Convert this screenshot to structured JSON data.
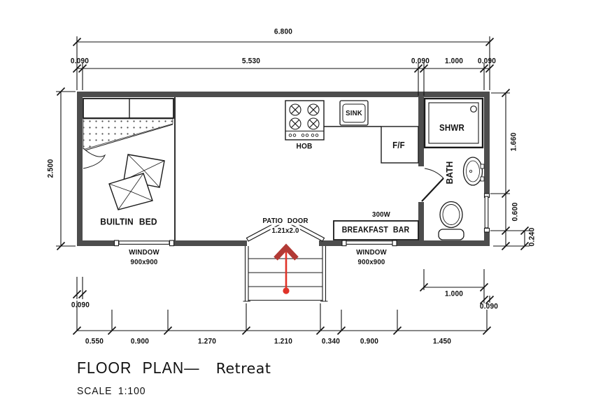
{
  "title": {
    "part1": "FLOOR PLAN—",
    "part2": "Retreat",
    "scale": "SCALE 1:100"
  },
  "dims": {
    "overall_width": "6.800",
    "top": [
      "0.090",
      "5.530",
      "0.090",
      "1.000",
      "0.090"
    ],
    "left_height": "2.500",
    "right": [
      "1.660",
      "0.600",
      "0.240"
    ],
    "bottom": [
      "0.550",
      "0.900",
      "1.270",
      "1.210",
      "0.340",
      "0.900",
      "1.450"
    ],
    "bottom_left_wall": "0.090",
    "bath_width": "1.000",
    "bottom_right_wall": "0.090"
  },
  "labels": {
    "bed": "BUILTIN BED",
    "hob": "HOB",
    "sink": "SINK",
    "fridge": "F/F",
    "shower": "SHWR",
    "bath": "BATH",
    "bar_power": "300W",
    "bar": "BREAKFAST BAR",
    "patio_door": "PATIO DOOR",
    "patio_size": "1.21x2.0",
    "window": "WINDOW",
    "window_size": "900x900"
  },
  "colors": {
    "wall": "#4d4d4d",
    "line": "#1a1a1a",
    "arrow": "#b23a35",
    "arrow_dot": "#e03228"
  }
}
